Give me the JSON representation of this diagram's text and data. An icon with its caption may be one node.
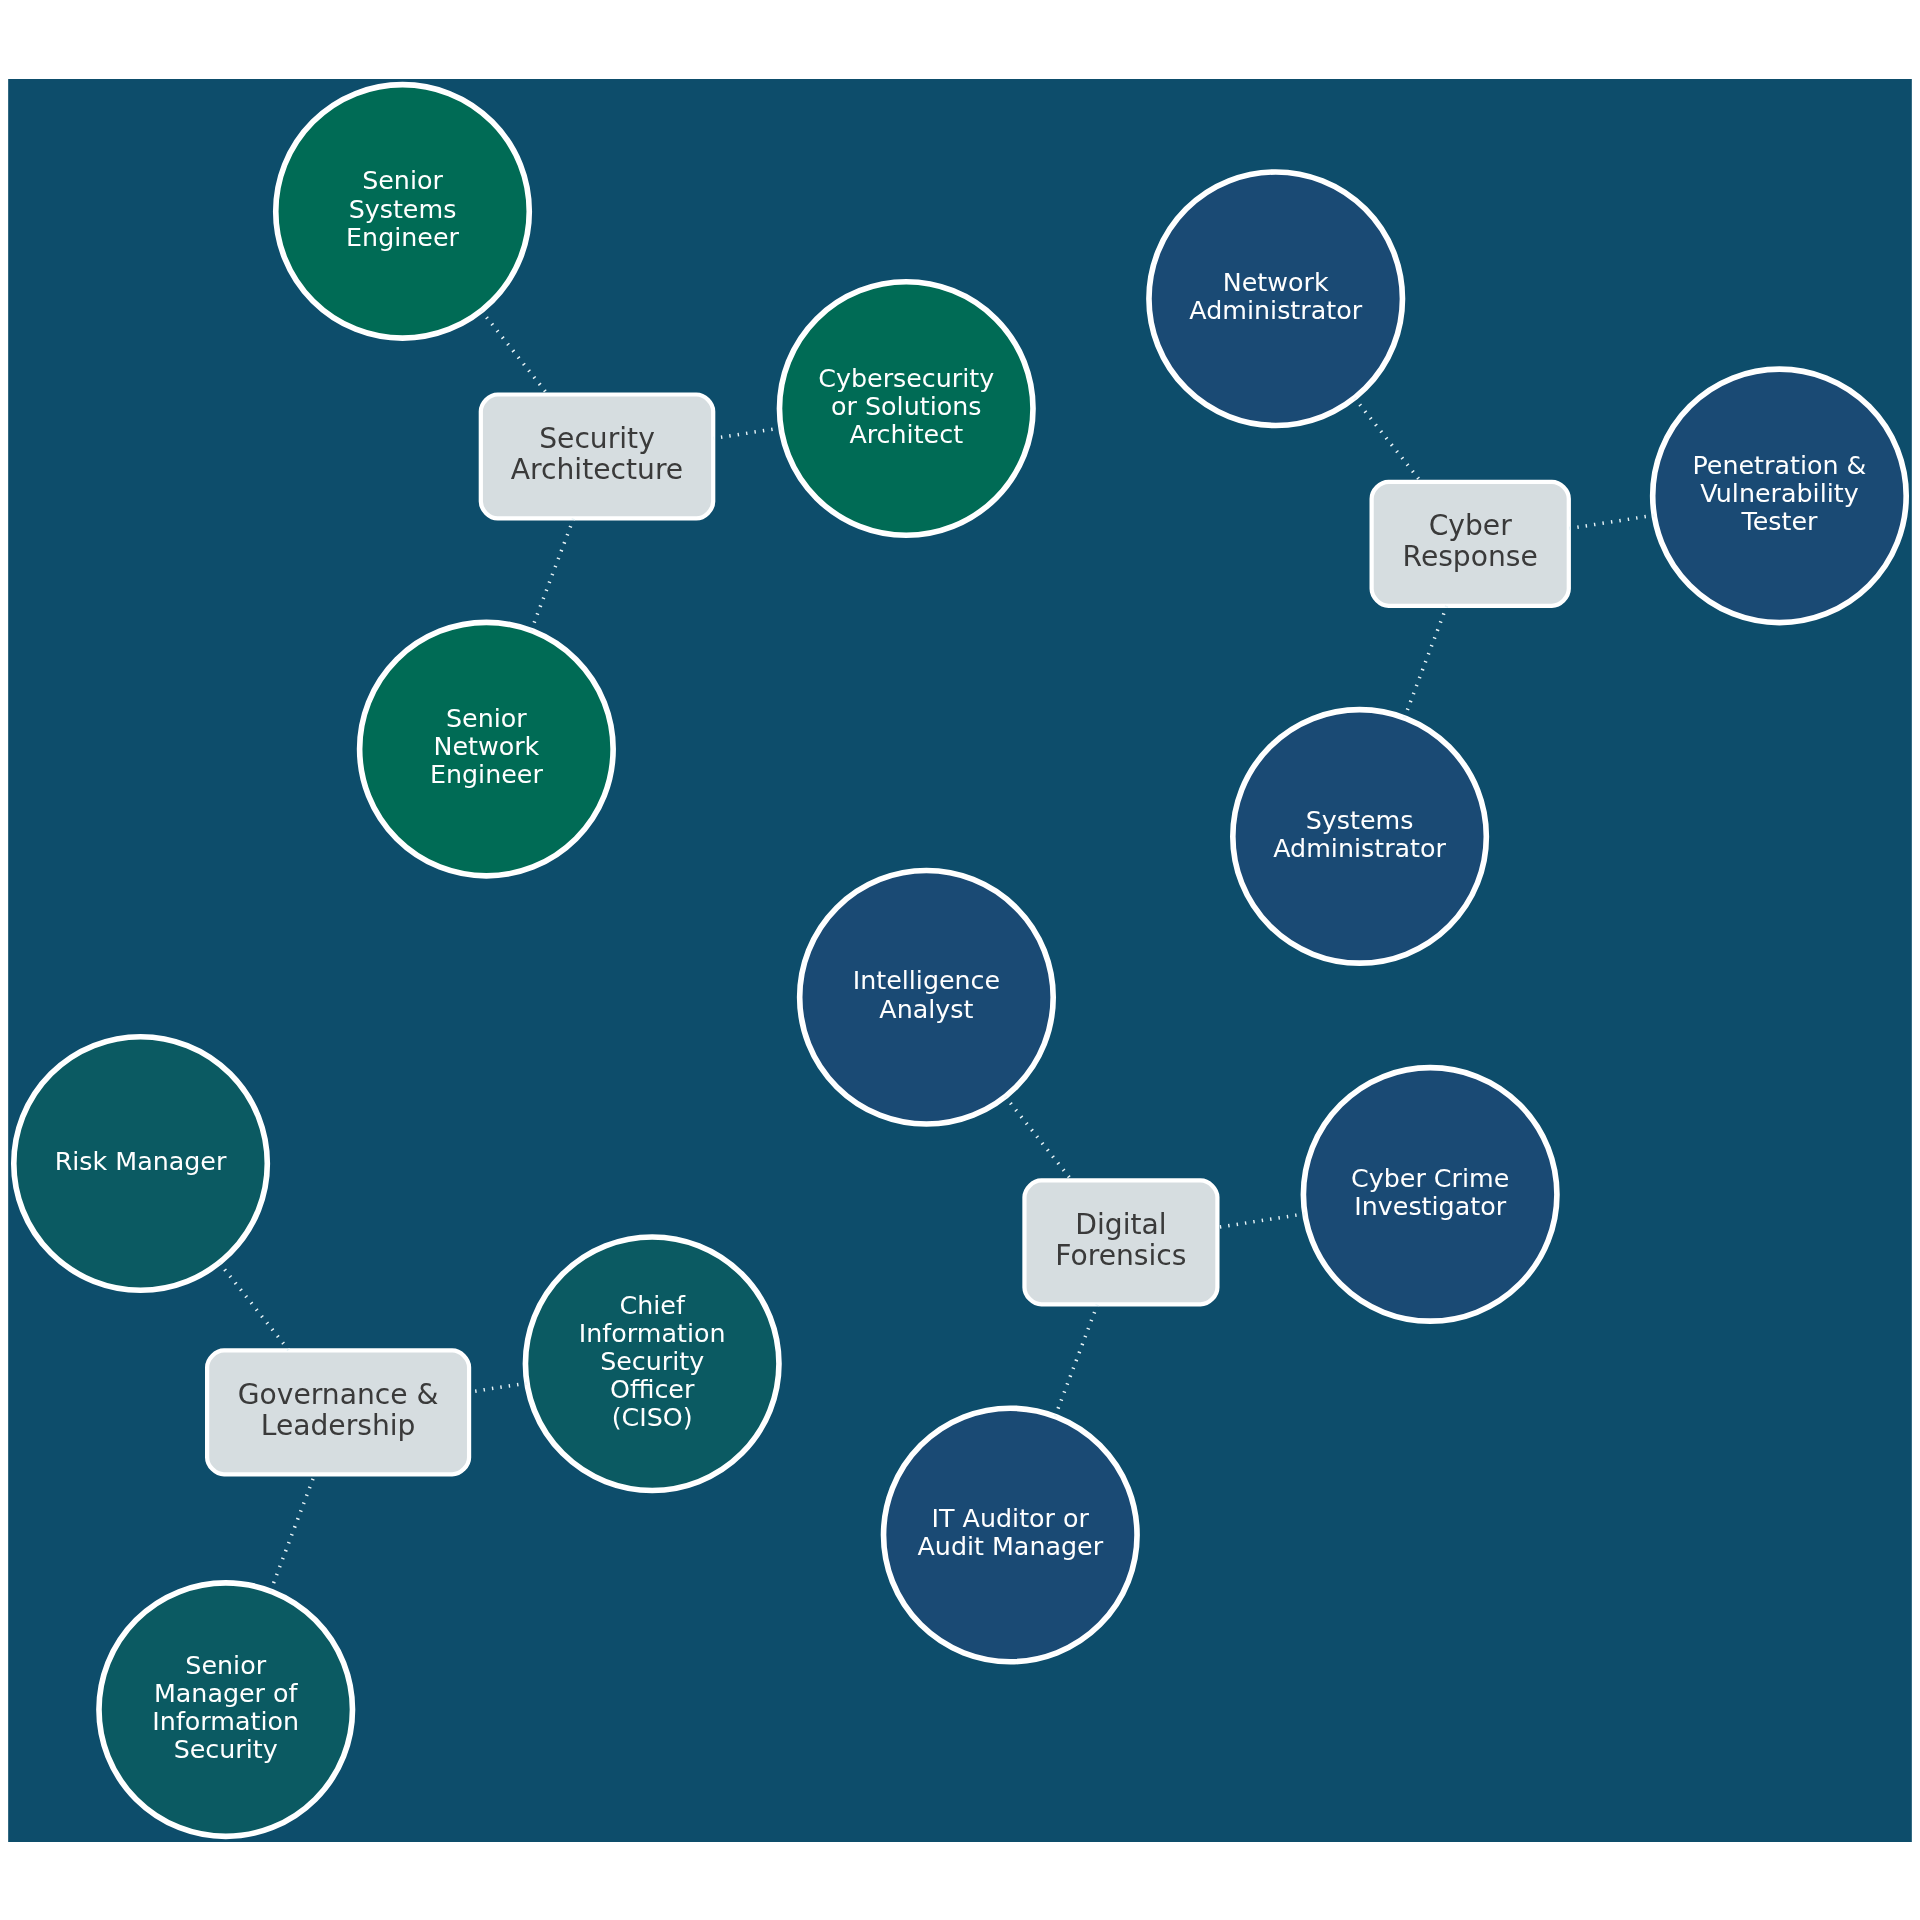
{
  "diagram": {
    "nodes": [
      {
        "text": [
          "Digital Forensics"
        ]
      },
      {
        "text": [
          "Security Architecture"
        ]
      },
      {
        "text": [
          "Cyber Response"
        ]
      },
      {
        "text": [
          "Governance & Leadership"
        ]
      },
      {
        "text": [
          "Cyber Crime Investigator"
        ]
      },
      {
        "text": [
          "Cybersecurity or Solutions Architect"
        ]
      },
      {
        "text": [
          "Senior Network Engineer"
        ]
      },
      {
        "text": [
          "Senior Systems Engineer"
        ]
      },
      {
        "text": [
          "Chief Information Security Officer (CISO)"
        ]
      },
      {
        "text": [
          "Senior Manager of Information Security"
        ]
      },
      {
        "text": [
          "Risk Manager"
        ]
      },
      {
        "text": [
          "Penetration & Vulnerability Tester"
        ]
      },
      {
        "text": [
          "Systems Administrator"
        ]
      },
      {
        "text": [
          "Network Administrator"
        ]
      },
      {
        "text": [
          "IT Auditor or Audit Manager"
        ]
      },
      {
        "text": [
          "Intelligence Analyst"
        ]
      }
    ],
    "edges": [
      {
        "from": 4,
        "to": 0,
        "arrow": "none",
        "style": "dashed"
      },
      {
        "from": 5,
        "to": 1,
        "arrow": "none",
        "style": "dashed"
      },
      {
        "from": 6,
        "to": 1,
        "arrow": "none",
        "style": "dashed"
      },
      {
        "from": 7,
        "to": 1,
        "arrow": "none",
        "style": "dashed"
      },
      {
        "from": 8,
        "to": 3,
        "arrow": "none",
        "style": "dashed"
      },
      {
        "from": 9,
        "to": 3,
        "arrow": "none",
        "style": "dashed"
      },
      {
        "from": 10,
        "to": 3,
        "arrow": "none",
        "style": "dashed"
      },
      {
        "from": 11,
        "to": 2,
        "arrow": "none",
        "style": "dashed"
      },
      {
        "from": 12,
        "to": 2,
        "arrow": "none",
        "style": "dashed"
      },
      {
        "from": 13,
        "to": 2,
        "arrow": "none",
        "style": "dashed"
      },
      {
        "from": 14,
        "to": 0,
        "arrow": "none",
        "style": "dashed"
      },
      {
        "from": 15,
        "to": 0,
        "arrow": "none",
        "style": "dashed"
      }
    ]
  }
}
